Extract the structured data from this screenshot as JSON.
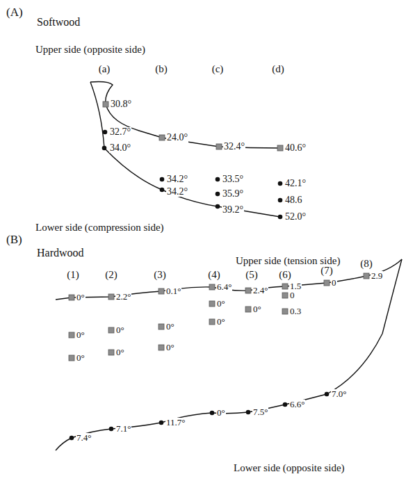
{
  "diagram": {
    "labels": [
      "(A)",
      "Softwood",
      "Upper side (opposite side)",
      "(a)",
      "(b)",
      "(c)",
      "(d)",
      "30.8°",
      "32.7°",
      "34.0°",
      "24.0°",
      "32.4°",
      "40.6°",
      "34.2°",
      "34.2°",
      "33.5°",
      "35.9°",
      "39.2°",
      "42.1°",
      "48.6",
      "52.0°",
      "Lower side (compression side)",
      "(B)",
      "Hardwood",
      "Upper side (tension side)",
      "(1)",
      "(2)",
      "(3)",
      "(4)",
      "(5)",
      "(6)",
      "(7)",
      "(8)",
      "0°",
      "2.2°",
      "0.1°",
      "6.4°",
      "2.4°",
      "1.5",
      "0",
      "2.9",
      "0°",
      "0°",
      "0°",
      "0°",
      "0°",
      "0°",
      "0°",
      "0°",
      "0°",
      "0",
      "0.3",
      "7.4°",
      "7.1°",
      "11.7°",
      "0°",
      "7.5°",
      "6.6°",
      "7.0°",
      "Lower side (opposite side)"
    ]
  }
}
